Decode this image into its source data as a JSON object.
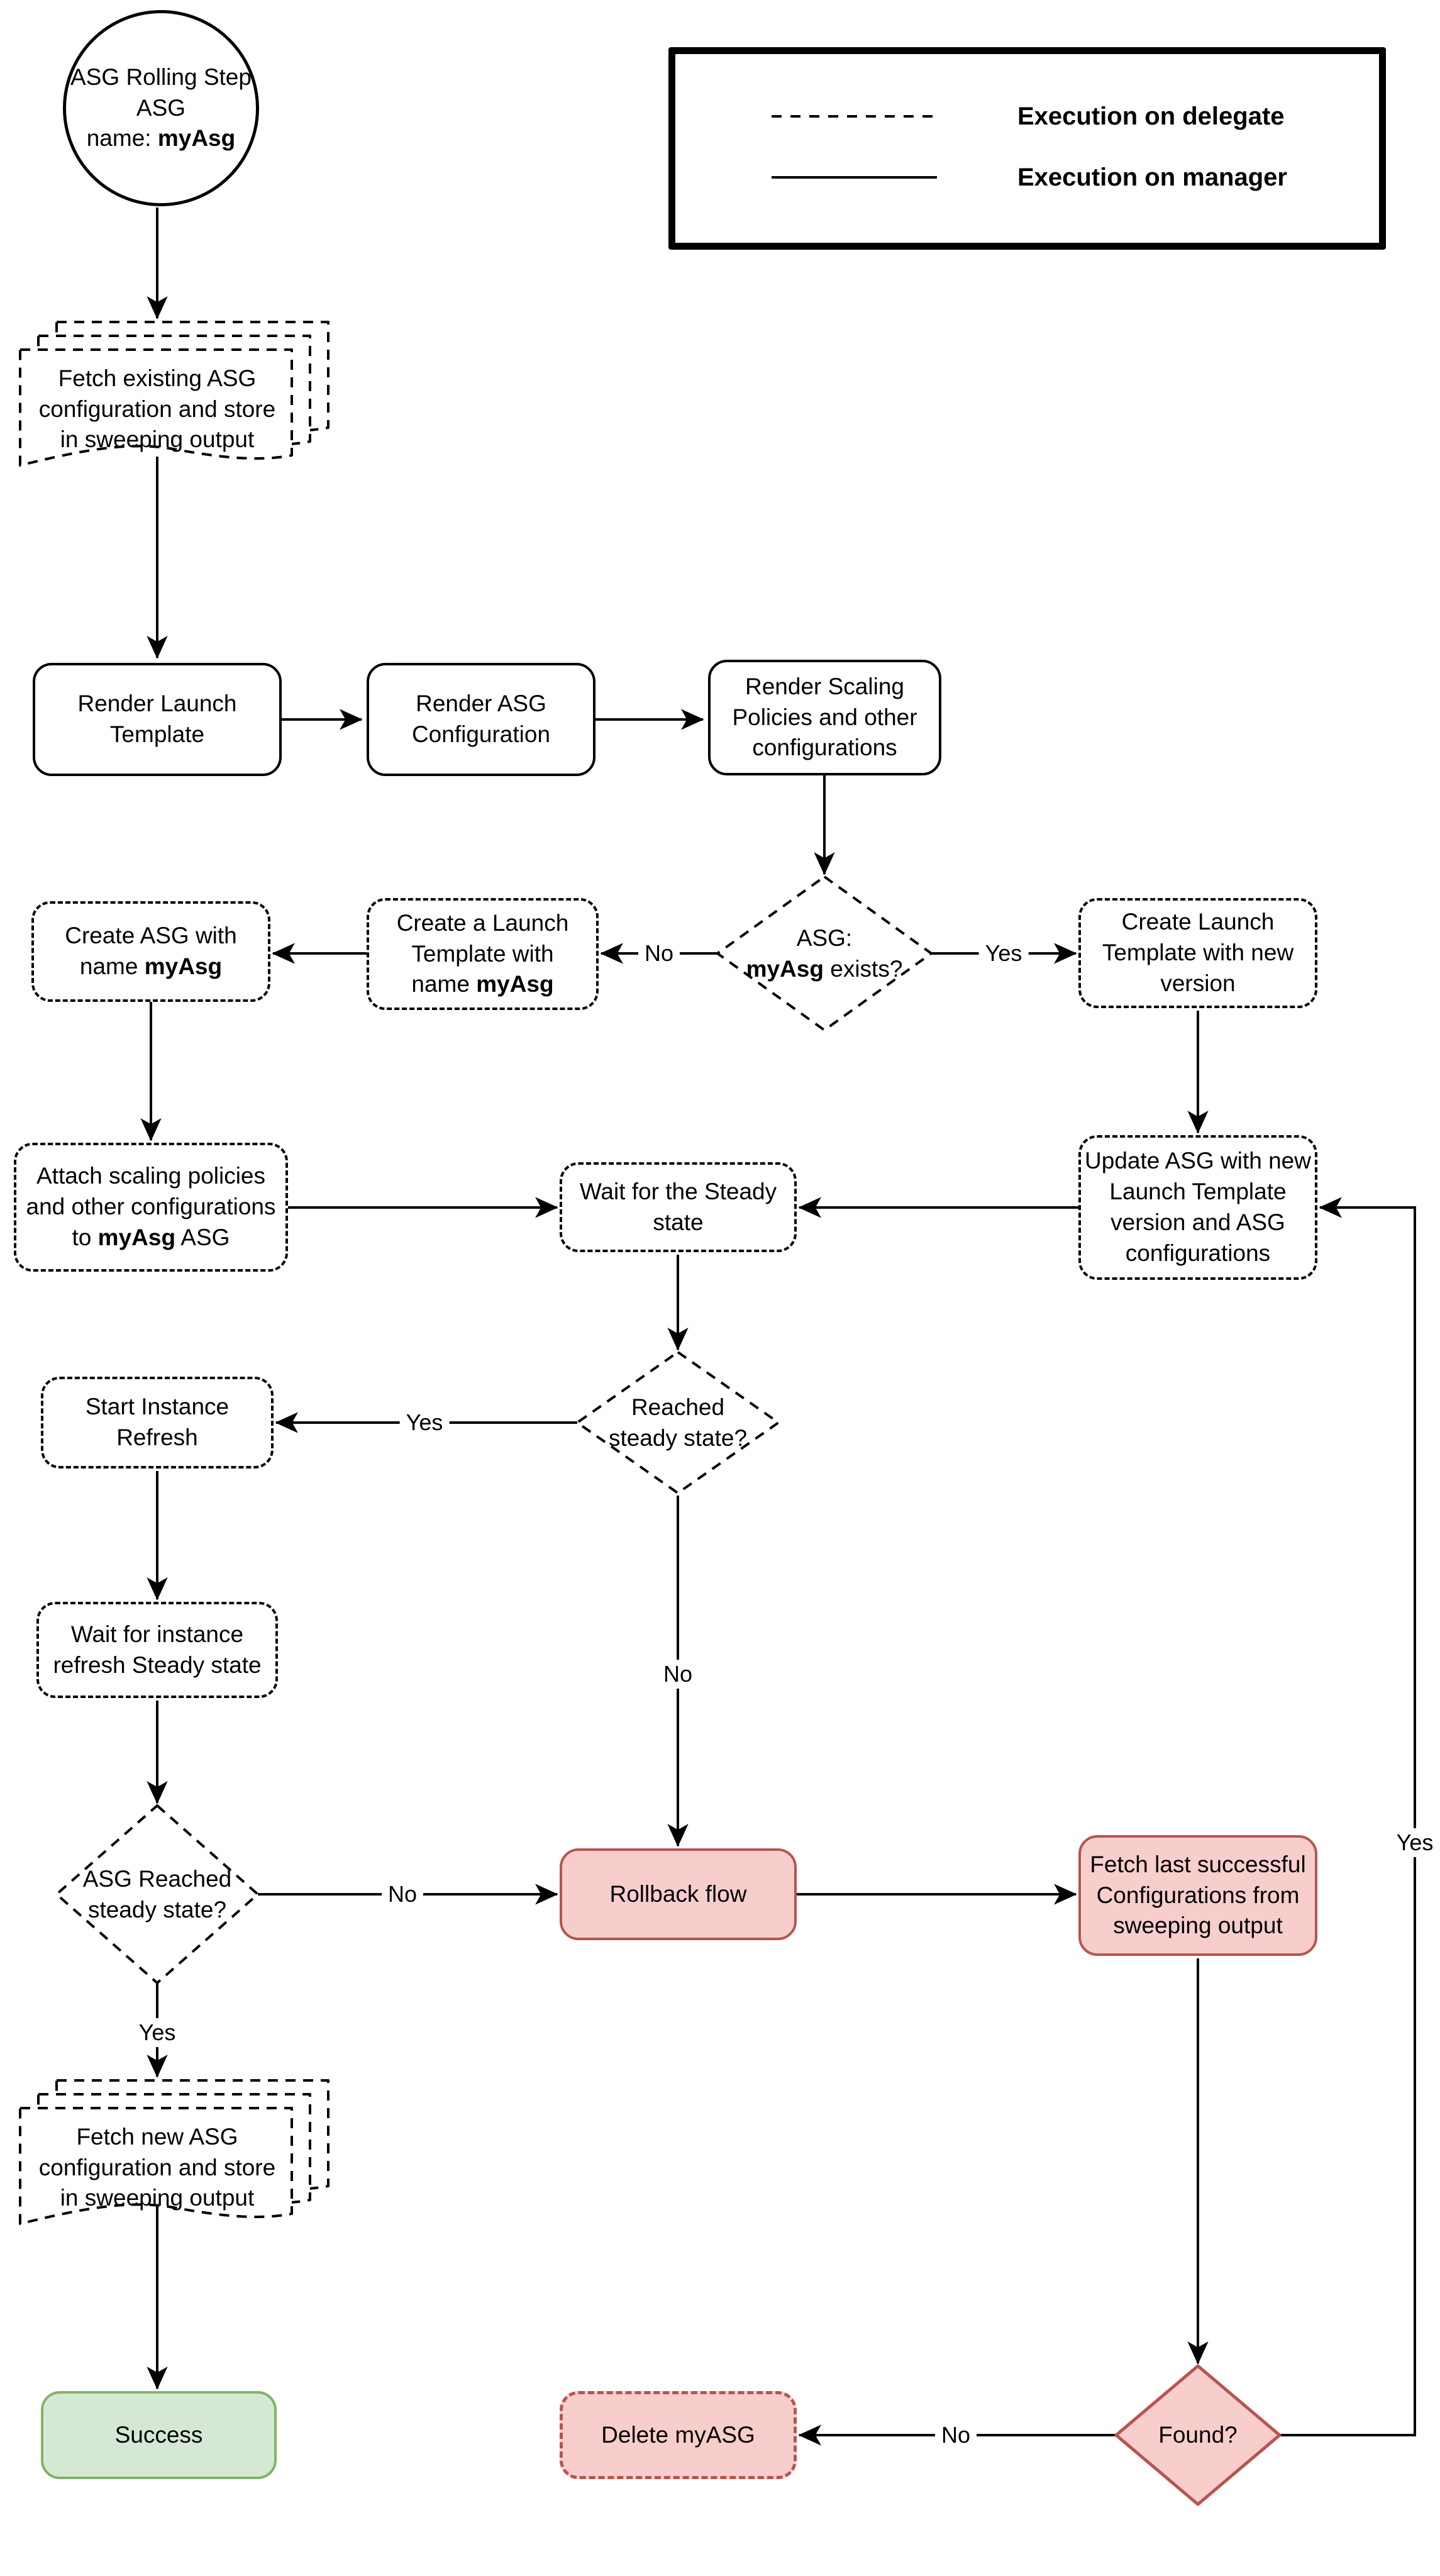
{
  "legend": {
    "delegate_label": "Execution on delegate",
    "manager_label": "Execution on manager"
  },
  "nodes": {
    "start": {
      "l1": "ASG Rolling Step",
      "l2": "ASG",
      "l3": "name: ",
      "l3b": "myAsg"
    },
    "fetch_existing": {
      "l1": "Fetch existing ASG",
      "l2": "configuration and store",
      "l3": "in sweeping output"
    },
    "render_launch_template": {
      "l1": "Render Launch",
      "l2": "Template"
    },
    "render_asg_configuration": {
      "l1": "Render ASG",
      "l2": "Configuration"
    },
    "render_scaling": {
      "l1": "Render Scaling",
      "l2": "Policies and other",
      "l3": "configurations"
    },
    "asg_exists": {
      "l1": "ASG:",
      "l2b": "myAsg",
      "l2post": " exists?"
    },
    "create_launch_template_named": {
      "l1": "Create a Launch",
      "l2": "Template with",
      "l3": "name ",
      "l3b": "myAsg"
    },
    "create_asg": {
      "l1": "Create ASG with",
      "l2": "name ",
      "l2b": "myAsg"
    },
    "create_launch_template_new": {
      "l1": "Create Launch",
      "l2": "Template with new",
      "l3": "version"
    },
    "attach_scaling": {
      "l1": "Attach scaling policies",
      "l2": "and other configurations",
      "l3pre": "to ",
      "l3b": "myAsg",
      "l3post": " ASG"
    },
    "wait_steady": {
      "l1": "Wait for the Steady",
      "l2": "state"
    },
    "update_asg": {
      "l1": "Update ASG with new",
      "l2": "Launch Template",
      "l3": "version and ASG",
      "l4": "configurations"
    },
    "reached_steady": {
      "l1": "Reached",
      "l2": "steady state?"
    },
    "start_instance_refresh": {
      "l1": "Start Instance",
      "l2": "Refresh"
    },
    "wait_instance_refresh": {
      "l1": "Wait for instance",
      "l2": "refresh Steady state"
    },
    "asg_reached_steady": {
      "l1": "ASG Reached",
      "l2": "steady state?"
    },
    "rollback": {
      "l1": "Rollback flow"
    },
    "fetch_last_successful": {
      "l1": "Fetch last successful",
      "l2": "Configurations from",
      "l3": "sweeping output"
    },
    "fetch_new": {
      "l1": "Fetch new ASG",
      "l2": "configuration and store",
      "l3": "in sweeping output"
    },
    "success": {
      "l1": "Success"
    },
    "delete_myasg": {
      "l1": "Delete myASG"
    },
    "found": {
      "l1": "Found?"
    }
  },
  "edge_labels": {
    "asg_exists_no": "No",
    "asg_exists_yes": "Yes",
    "reached_steady_yes": "Yes",
    "reached_steady_no": "No",
    "asg_reached_no": "No",
    "asg_reached_yes": "Yes",
    "found_no": "No",
    "found_yes": "Yes"
  },
  "colors": {
    "line": "#000000",
    "pink_fill": "#F8CECC",
    "red_stroke": "#B85450",
    "green_fill": "#D5E8D4",
    "green_stroke": "#82B366",
    "background": "#FFFFFF"
  }
}
